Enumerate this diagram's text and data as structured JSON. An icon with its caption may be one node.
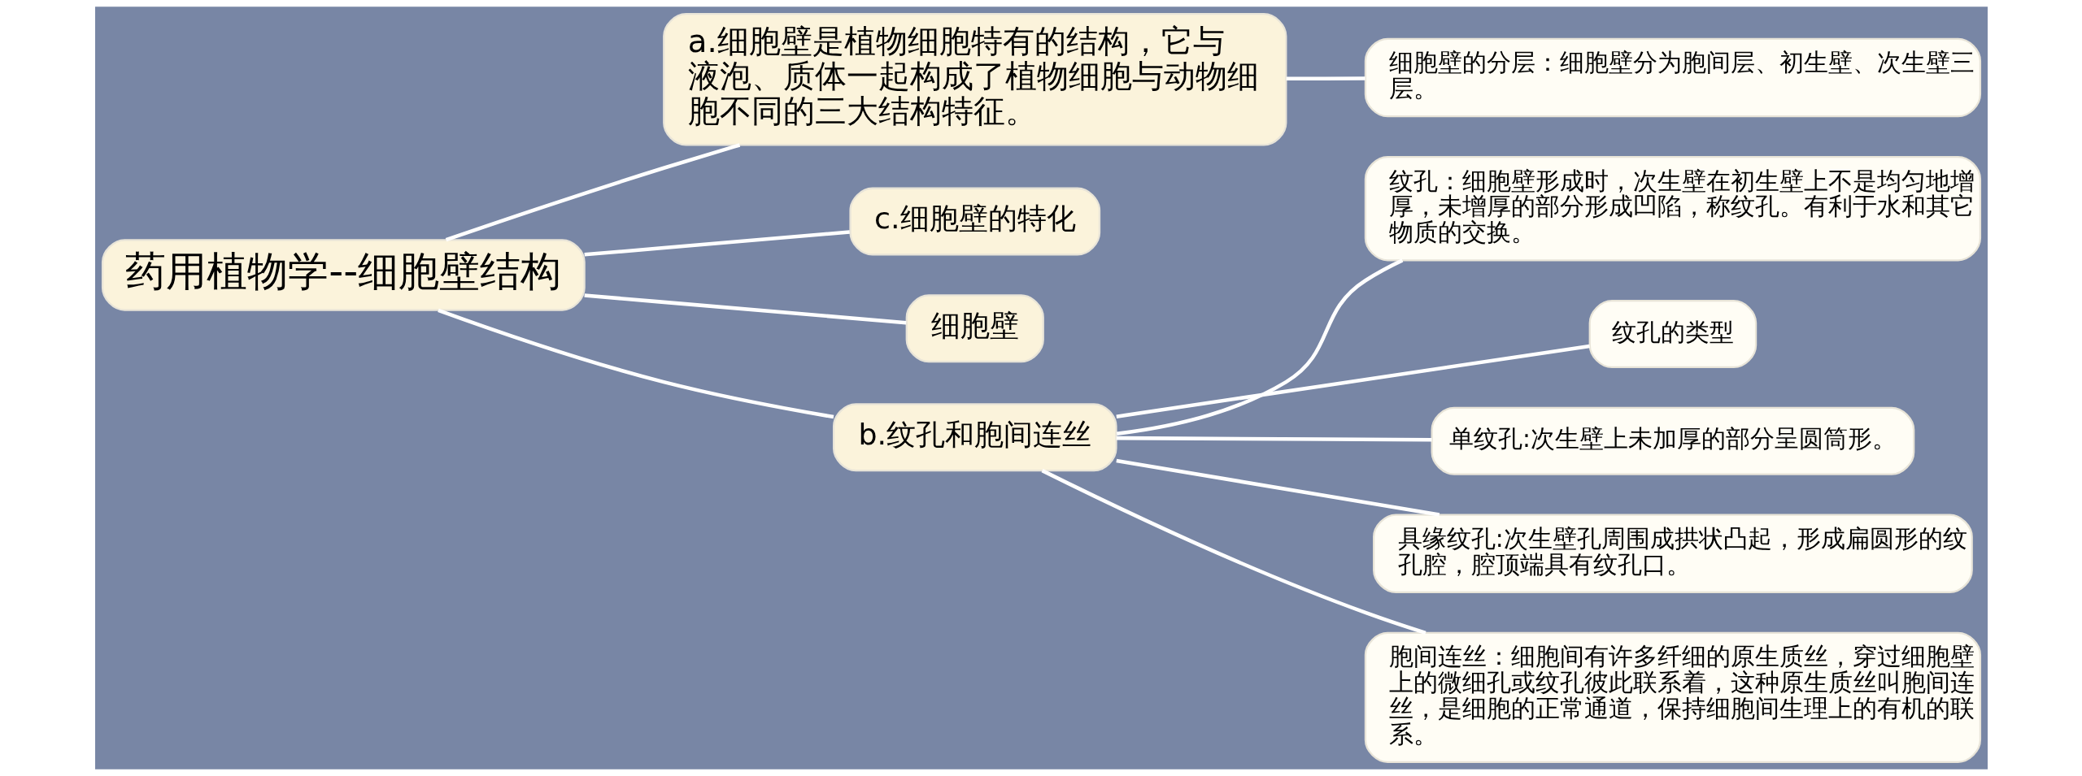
{
  "diagram": {
    "nodes": [
      {
        "text": [
          "药用植物学--细胞壁结构"
        ]
      },
      {
        "text": [
          "a.细胞壁是植物细胞特有的结构，它与液泡、质体一起构成了植物细胞与动物细胞不同的三大结构特征。"
        ]
      },
      {
        "text": [
          "细胞壁的分层：细胞壁分为胞间层、初生壁、次生壁三层。"
        ]
      },
      {
        "text": [
          "c.细胞壁的特化"
        ]
      },
      {
        "text": [
          "细胞壁"
        ]
      },
      {
        "text": [
          "b.纹孔和胞间连丝"
        ]
      },
      {
        "text": [
          "纹孔：细胞壁形成时，次生壁在初生壁上不是均匀地增厚，未增厚的部分形成凹陷，称纹孔。有利于水和其它物质的交换。"
        ]
      },
      {
        "text": [
          "纹孔的类型"
        ]
      },
      {
        "text": [
          "单纹孔:次生壁上未加厚的部分呈圆筒形。"
        ]
      },
      {
        "text": [
          "具缘纹孔:次生壁孔周围成拱状凸起，形成扁圆形的纹孔腔，腔顶端具有纹孔口。"
        ]
      },
      {
        "text": [
          "胞间连丝：细胞间有许多纤细的原生质丝，穿过细胞壁上的微细孔或纹孔彼此联系着，这种原生质丝叫胞间连丝，是细胞的正常通道，保持细胞间生理上的有机的联系。"
        ]
      }
    ],
    "edges": [
      {
        "from": 0,
        "to": 1,
        "arrow": "none"
      },
      {
        "from": 1,
        "to": 2,
        "arrow": "none"
      },
      {
        "from": 0,
        "to": 3,
        "arrow": "none"
      },
      {
        "from": 0,
        "to": 4,
        "arrow": "none"
      },
      {
        "from": 0,
        "to": 5,
        "arrow": "none"
      },
      {
        "from": 5,
        "to": 6,
        "arrow": "none"
      },
      {
        "from": 5,
        "to": 7,
        "arrow": "none"
      },
      {
        "from": 5,
        "to": 8,
        "arrow": "none"
      },
      {
        "from": 5,
        "to": 9,
        "arrow": "none"
      },
      {
        "from": 5,
        "to": 10,
        "arrow": "none"
      }
    ]
  }
}
